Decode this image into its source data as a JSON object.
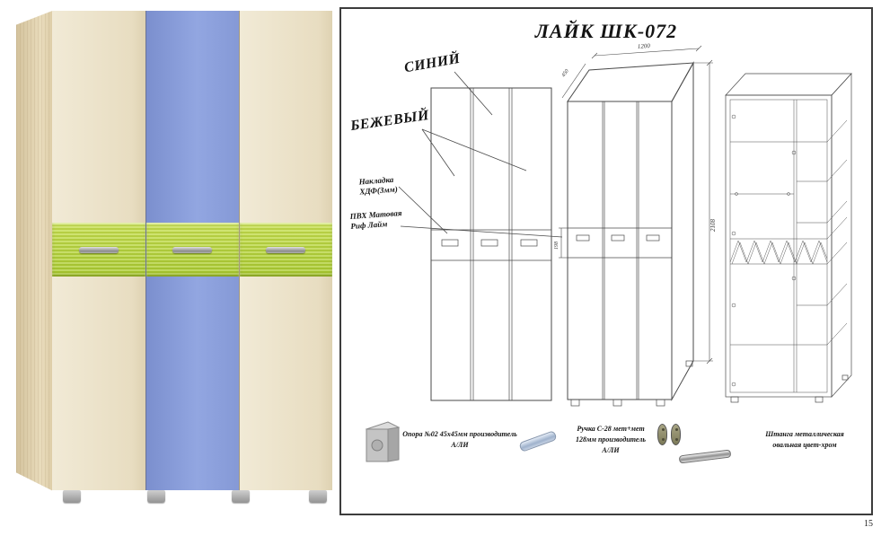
{
  "page": {
    "number": "15"
  },
  "render": {
    "colors": {
      "beige": "#ece3ca",
      "blue": "#8ba0dd",
      "lime": "#b6d63c",
      "wood_side": "#e6d8b4",
      "handle": "#a9a9a9",
      "feet": "#9c9c9c"
    }
  },
  "panel": {
    "title": "ЛАЙК ШК-072",
    "labels": {
      "blue": "СИНИЙ",
      "beige": "БЕЖЕВЫЙ",
      "overlay_line1": "Накладка",
      "overlay_line2": "ХДФ(3мм)",
      "pvc_line1": "ПВХ Матовая",
      "pvc_line2": "Риф Лайм"
    },
    "dims": {
      "width": "1200",
      "depth": "450",
      "height": "2108",
      "band": "198"
    },
    "legend": [
      {
        "icon": "foot-icon",
        "line1": "Опора №02 45х45мм производитель",
        "line2": "А/ЛИ",
        "line3": ""
      },
      {
        "icon": "handle-icon",
        "line1": "Ручка С-28 мет+мет",
        "line2": "128мм производитель",
        "line3": "А/ЛИ"
      },
      {
        "icon": "rod-icon",
        "line1": "Штанга металлическая",
        "line2": "овальная цвет-хром",
        "line3": ""
      }
    ]
  }
}
